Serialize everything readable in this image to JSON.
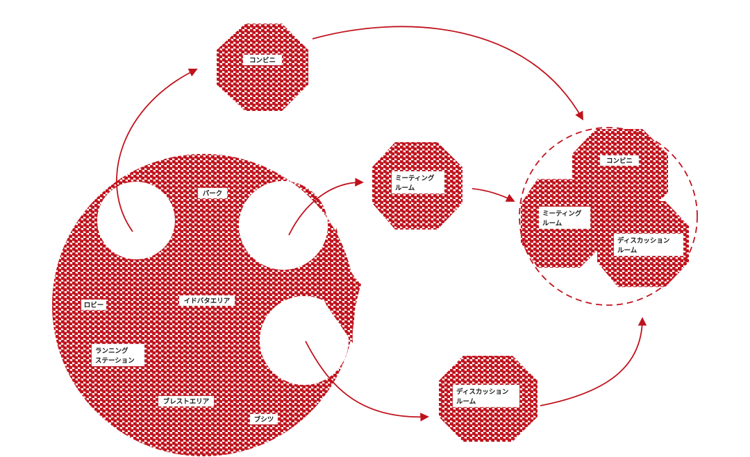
{
  "colors": {
    "accent": "#c0121c",
    "background": "#ffffff",
    "label_text": "#1a1a1a"
  },
  "zones": {
    "main_space": {
      "labels": {
        "park": "パーク",
        "lobby": "ロビー",
        "idobata_area": "イドバタエリア",
        "running_station": [
          "ランニング",
          "ステーション"
        ],
        "brest_area": "ブレストエリア",
        "booth": "ブシツ"
      }
    },
    "convenience_store": {
      "label": "コンビニ"
    },
    "meeting_room": {
      "label": [
        "ミーティング",
        "ルーム"
      ]
    },
    "discussion_room": {
      "label": [
        "ディスカッション",
        "ルーム"
      ]
    },
    "combined": {
      "convenience_store": "コンビニ",
      "meeting_room": [
        "ミーティング",
        "ルーム"
      ],
      "discussion_room": [
        "ディスカッション",
        "ルーム"
      ]
    }
  }
}
